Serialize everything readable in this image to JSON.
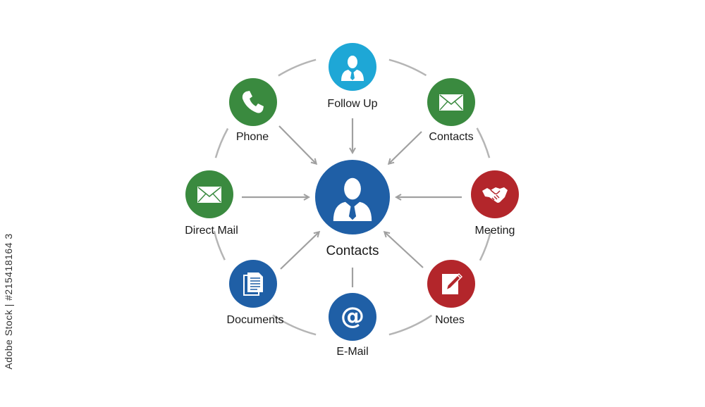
{
  "diagram": {
    "center": {
      "label": "Contacts",
      "icon": "businessman-icon",
      "color": "#1f5fa6"
    },
    "nodes": [
      {
        "id": "follow-up",
        "label": "Follow Up",
        "icon": "businessman-icon",
        "color": "#1ea7d6"
      },
      {
        "id": "contacts",
        "label": "Contacts",
        "icon": "envelope-icon",
        "color": "#3a8a3f"
      },
      {
        "id": "meeting",
        "label": "Meeting",
        "icon": "handshake-icon",
        "color": "#b3262b"
      },
      {
        "id": "notes",
        "label": "Notes",
        "icon": "note-pencil-icon",
        "color": "#b3262b"
      },
      {
        "id": "email",
        "label": "E-Mail",
        "icon": "at-sign-icon",
        "color": "#1f5fa6"
      },
      {
        "id": "documents",
        "label": "Documents",
        "icon": "documents-icon",
        "color": "#1f5fa6"
      },
      {
        "id": "direct-mail",
        "label": "Direct Mail",
        "icon": "envelope-icon",
        "color": "#3a8a3f"
      },
      {
        "id": "phone",
        "label": "Phone",
        "icon": "phone-icon",
        "color": "#3a8a3f"
      }
    ],
    "ring_color": "#b5b5b5",
    "arrow_color": "#a0a0a0"
  },
  "watermark": "Adobe Stock | #215418164 3"
}
